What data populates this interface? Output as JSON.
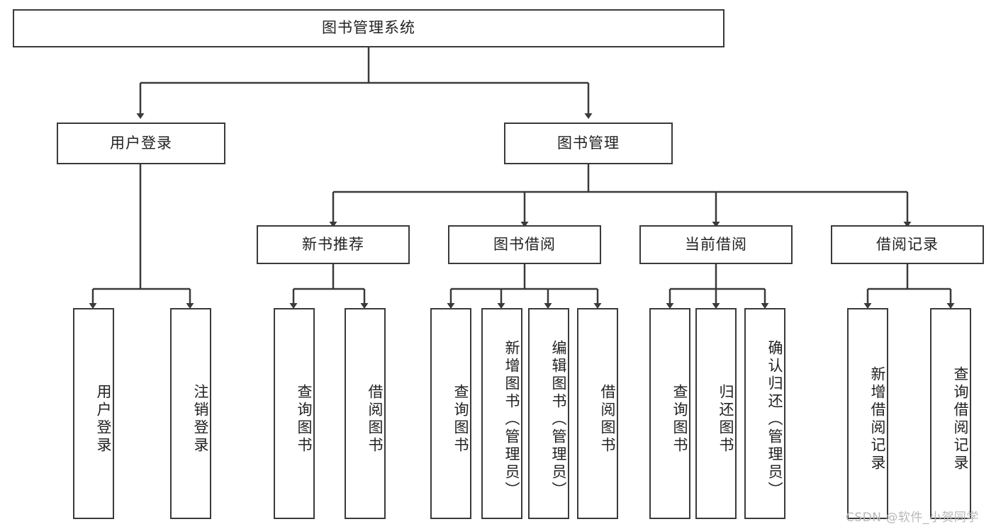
{
  "diagram": {
    "title": "图书管理系统",
    "type": "tree-hierarchy",
    "root": {
      "label": "图书管理系统"
    },
    "level2": [
      {
        "label": "用户登录"
      },
      {
        "label": "图书管理"
      }
    ],
    "level3": [
      {
        "label": "新书推荐"
      },
      {
        "label": "图书借阅"
      },
      {
        "label": "当前借阅"
      },
      {
        "label": "借阅记录"
      }
    ],
    "leaves": {
      "user_login": [
        {
          "label": "用户登录"
        },
        {
          "label": "注销登录"
        }
      ],
      "new_book_recommend": [
        {
          "label": "查询图书"
        },
        {
          "label": "借阅图书"
        }
      ],
      "book_borrow": [
        {
          "label": "查询图书"
        },
        {
          "label": "新增图书（管理员）"
        },
        {
          "label": "编辑图书（管理员）"
        },
        {
          "label": "借阅图书"
        }
      ],
      "current_borrow": [
        {
          "label": "查询图书"
        },
        {
          "label": "归还图书"
        },
        {
          "label": "确认归还（管理员）"
        }
      ],
      "borrow_record": [
        {
          "label": "新增借阅记录"
        },
        {
          "label": "查询借阅记录"
        }
      ]
    }
  },
  "watermark": {
    "text": "CSDN @软件_小贺同学"
  },
  "colors": {
    "stroke": "#3a3a3a",
    "fill": "#ffffff",
    "text": "#222222",
    "watermark": "#b8b8b8"
  }
}
